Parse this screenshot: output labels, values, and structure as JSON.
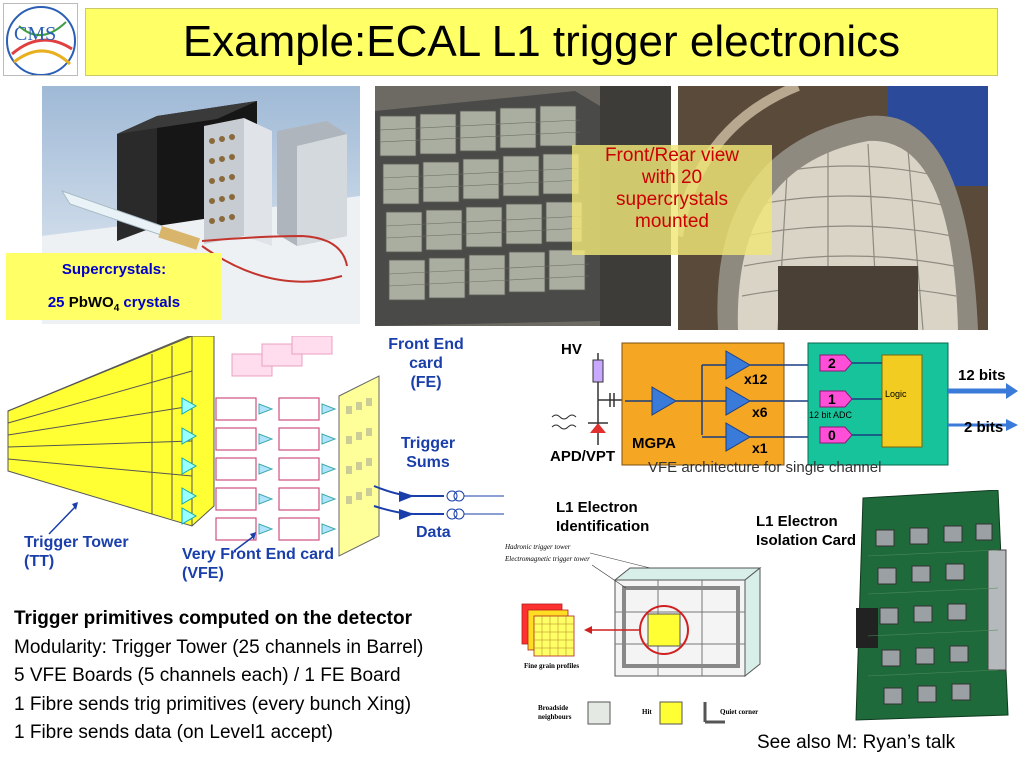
{
  "logo": {
    "text": "CMS"
  },
  "title": "Example:ECAL L1 trigger electronics",
  "photos": {
    "supercrystal_label_line1": "Supercrystals:",
    "supercrystal_label_line2_pre": "25 ",
    "supercrystal_label_line2_main": "PbWO",
    "supercrystal_label_line2_sub": "4",
    "supercrystal_label_line2_post": " crystals",
    "front_rear_caption": [
      "Front/Rear view",
      "with 20",
      "supercrystals",
      "mounted"
    ]
  },
  "fe_diagram": {
    "front_end_card": [
      "Front End",
      "card",
      "(FE)"
    ],
    "trigger_sums": [
      "Trigger",
      "Sums"
    ],
    "data": "Data",
    "trigger_tower": [
      "Trigger Tower",
      "(TT)"
    ],
    "vfe_card": [
      "Very Front End card",
      "(VFE)"
    ]
  },
  "vfe_arch": {
    "hv": "HV",
    "apd_vpt": "APD/VPT",
    "mgpa": "MGPA",
    "gain_x12": "x12",
    "gain_x6": "x6",
    "gain_x1": "x1",
    "adc_2": "2",
    "adc_1": "1",
    "adc_0": "0",
    "adc_label": "12 bit ADC",
    "logic": "Logic",
    "out_12bits": "12 bits",
    "out_2bits": "2 bits",
    "caption": "VFE architecture for single channel"
  },
  "l1": {
    "electron_id": [
      "L1 Electron",
      "Identification"
    ],
    "electron_iso": [
      "L1 Electron",
      "Isolation Card"
    ],
    "hadronic": "Hadronic trigger tower",
    "electromagnetic": "Electromagnetic trigger tower",
    "fine_grain": "Fine grain profiles",
    "broadside": [
      "Broadside",
      "neighbours"
    ],
    "hit": "Hit",
    "quiet": "Quiet corner"
  },
  "body": {
    "lines": [
      "Trigger primitives computed on the detector",
      "Modularity: Trigger Tower (25 channels in Barrel)",
      "5 VFE Boards (5 channels each) / 1 FE Board",
      "1 Fibre sends trig primitives (every bunch Xing)",
      "1 Fibre sends data (on Level1 accept)"
    ]
  },
  "footer": "See also M: Ryan’s talk",
  "colors": {
    "title_bg": "#ffff66",
    "label_blue": "#1a3faa",
    "caption_red": "#cc0000",
    "mgpa_orange": "#f5a623",
    "adc_green": "#16c39a",
    "adc_pink": "#ff4fd8",
    "logic_yellow": "#f2cc21"
  }
}
